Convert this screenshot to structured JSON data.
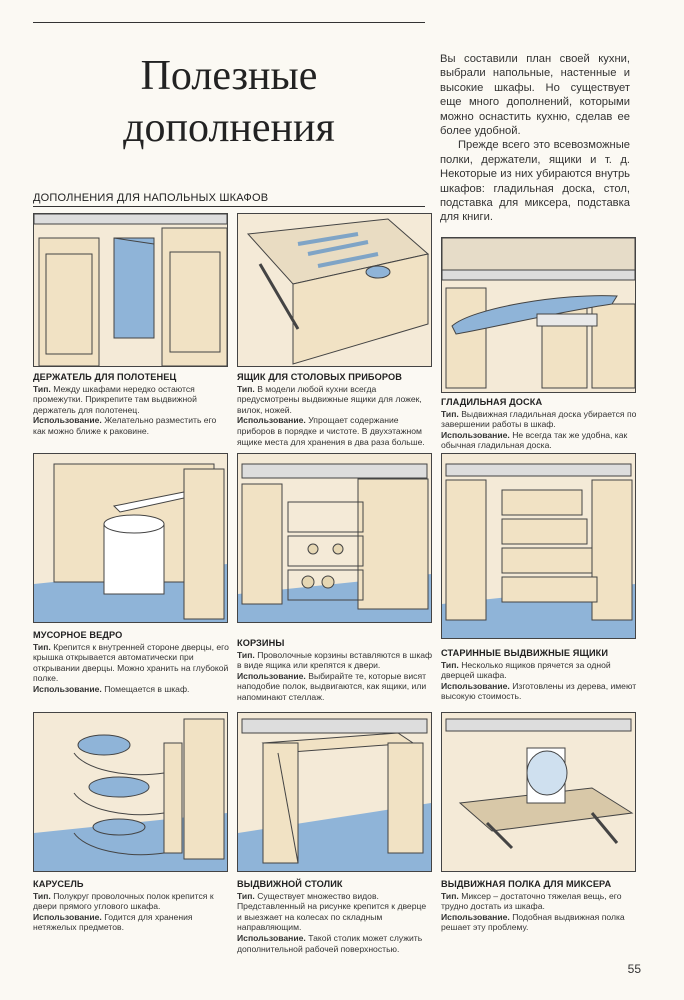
{
  "title_line1": "Полезные",
  "title_line2": "дополнения",
  "intro": [
    "Вы составили план своей кухни, выбрали напольные, настенные и высокие шкафы. Но существует еще много дополнений, которыми можно оснастить кухню, сделав ее более удобной.",
    "Прежде всего это всевозможные полки, держатели, ящики и т. д. Некоторые из них убираются внутрь шкафов: гладильная доска, стол, подставка для миксера, подставка для книги."
  ],
  "section_heading": "ДОПОЛНЕНИЯ ДЛЯ НАПОЛЬНЫХ ШКАФОВ",
  "items": [
    {
      "heading": "ДЕРЖАТЕЛЬ ДЛЯ ПОЛОТЕНЕЦ",
      "type_label": "Тип.",
      "type_text": "Между шкафами нередко остаются промежутки. Прикрепите там выдвижной держатель для полотенец.",
      "use_label": "Использование.",
      "use_text": "Желательно разместить его как можно ближе к раковине.",
      "illustration": "towel-holder"
    },
    {
      "heading": "ЯЩИК ДЛЯ СТОЛОВЫХ ПРИБОРОВ",
      "type_label": "Тип.",
      "type_text": "В модели любой кухни всегда предусмотрены выдвижные ящики для ложек, вилок, ножей.",
      "use_label": "Использование.",
      "use_text": "Упрощает содержание приборов в порядке и чистоте. В двухэтажном ящике места для хранения в два раза больше.",
      "illustration": "cutlery-drawer"
    },
    {
      "heading": "ГЛАДИЛЬНАЯ ДОСКА",
      "type_label": "Тип.",
      "type_text": "Выдвижная гладильная доска убирается по завершении работы в шкаф.",
      "use_label": "Использование.",
      "use_text": "Не всегда так же удобна, как обычная гладильная доска.",
      "illustration": "ironing-board"
    },
    {
      "heading": "МУСОРНОЕ ВЕДРО",
      "type_label": "Тип.",
      "type_text": "Крепится к внутренней стороне дверцы, его крышка открывается автоматически при открывании дверцы. Можно хранить на глубокой полке.",
      "use_label": "Использование.",
      "use_text": "Помещается в шкаф.",
      "illustration": "waste-bin"
    },
    {
      "heading": "КОРЗИНЫ",
      "type_label": "Тип.",
      "type_text": "Проволочные корзины вставляются в шкаф в виде ящика или крепятся к двери.",
      "use_label": "Использование.",
      "use_text": "Выбирайте те, которые висят наподобие полок, выдвигаются, как ящики, или напоминают стеллаж.",
      "illustration": "wire-baskets"
    },
    {
      "heading": "СТАРИННЫЕ ВЫДВИЖНЫЕ ЯЩИКИ",
      "type_label": "Тип.",
      "type_text": "Несколько ящиков прячется за одной дверцей шкафа.",
      "use_label": "Использование.",
      "use_text": "Изготовлены из дерева, имеют высокую стоимость.",
      "illustration": "old-drawers"
    },
    {
      "heading": "КАРУСЕЛЬ",
      "type_label": "Тип.",
      "type_text": "Полукруг проволочных полок крепится к двери прямого углового шкафа.",
      "use_label": "Использование.",
      "use_text": "Годится для хранения нетяжелых предметов.",
      "illustration": "carousel"
    },
    {
      "heading": "ВЫДВИЖНОЙ СТОЛИК",
      "type_label": "Тип.",
      "type_text": "Существует множество видов. Представленный на рисунке крепится к дверце и выезжает на колесах по складным направляющим.",
      "use_label": "Использование.",
      "use_text": "Такой столик может служить дополнительной рабочей поверхностью.",
      "illustration": "pullout-table"
    },
    {
      "heading": "ВЫДВИЖНАЯ ПОЛКА ДЛЯ МИКСЕРА",
      "type_label": "Тип.",
      "type_text": "Миксер – достаточно тяжелая вещь, его трудно достать из шкафа.",
      "use_label": "Использование.",
      "use_text": "Подобная выдвижная полка решает эту проблему.",
      "illustration": "mixer-shelf"
    }
  ],
  "page_number": "55",
  "colors": {
    "cream": "#f4ead7",
    "blue": "#8fb4d8",
    "line": "#444444"
  }
}
